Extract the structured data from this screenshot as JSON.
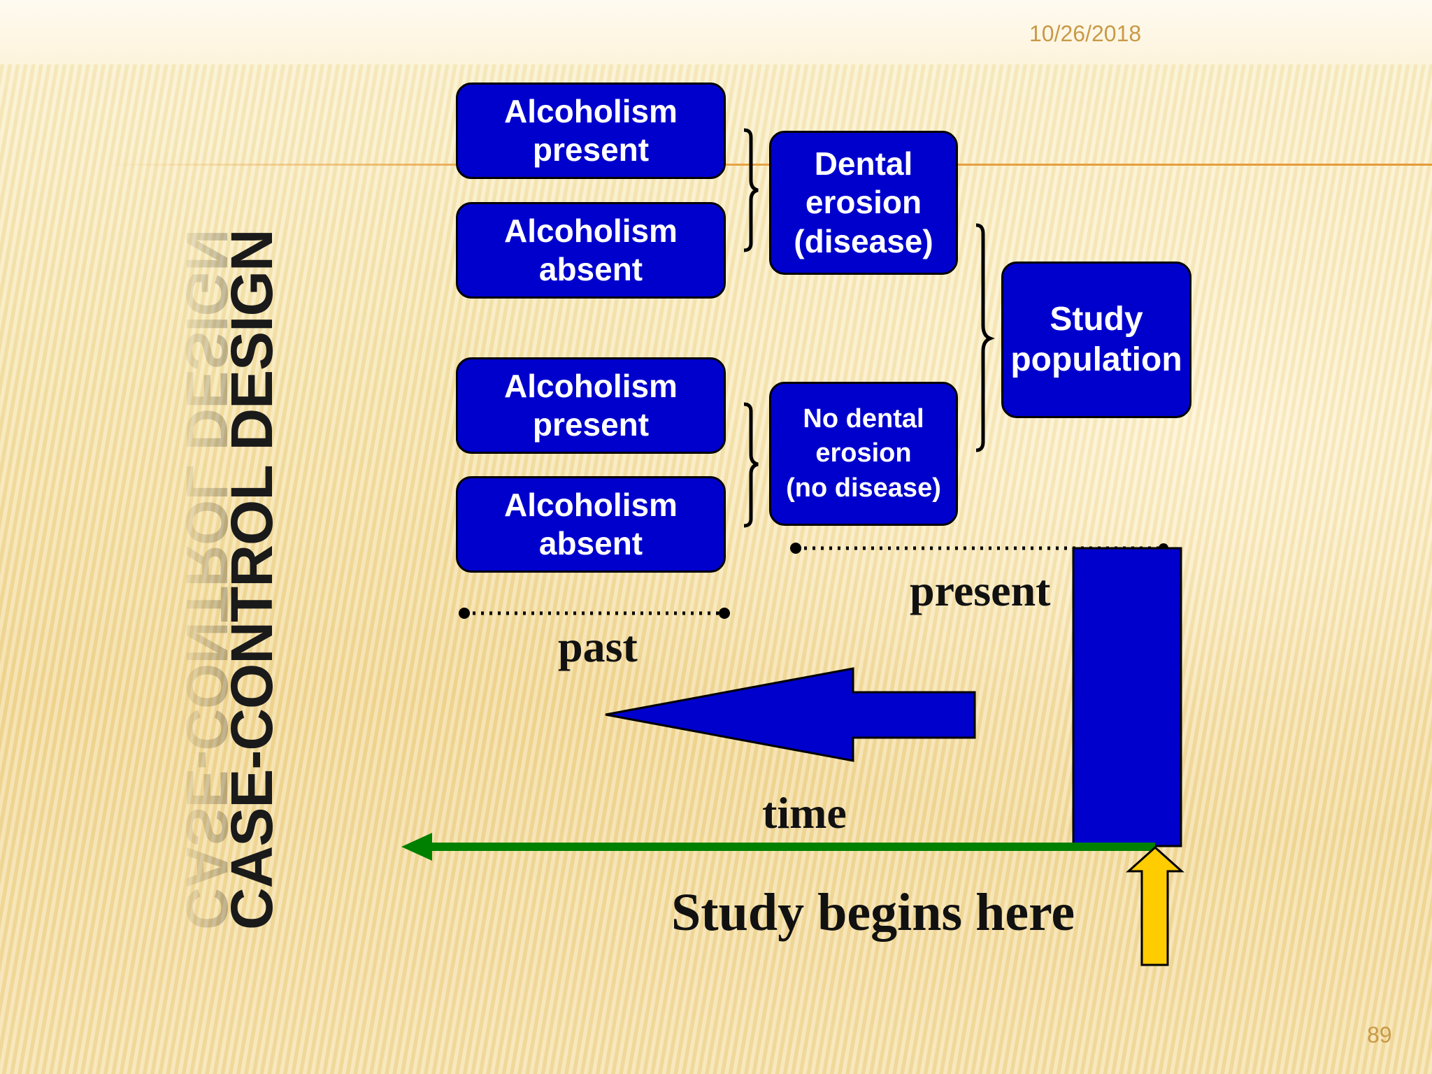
{
  "header": {
    "date": "10/26/2018"
  },
  "footer": {
    "page_number": "89"
  },
  "title": "CASE-CONTROL DESIGN",
  "boxes": {
    "alc_present_1": "Alcoholism\npresent",
    "alc_absent_1": "Alcoholism\nabsent",
    "alc_present_2": "Alcoholism\npresent",
    "alc_absent_2": "Alcoholism\nabsent",
    "dental_erosion": "Dental\nerosion\n(disease)",
    "no_dental_erosion": "No dental\nerosion\n(no disease)",
    "study_population": "Study\npopulation"
  },
  "labels": {
    "past": "past",
    "present": "present",
    "time": "time",
    "study_begins": "Study begins here"
  },
  "colors": {
    "box_fill": "#0000cc",
    "time_arrow": "#008000",
    "start_arrow": "#ffcc00"
  }
}
